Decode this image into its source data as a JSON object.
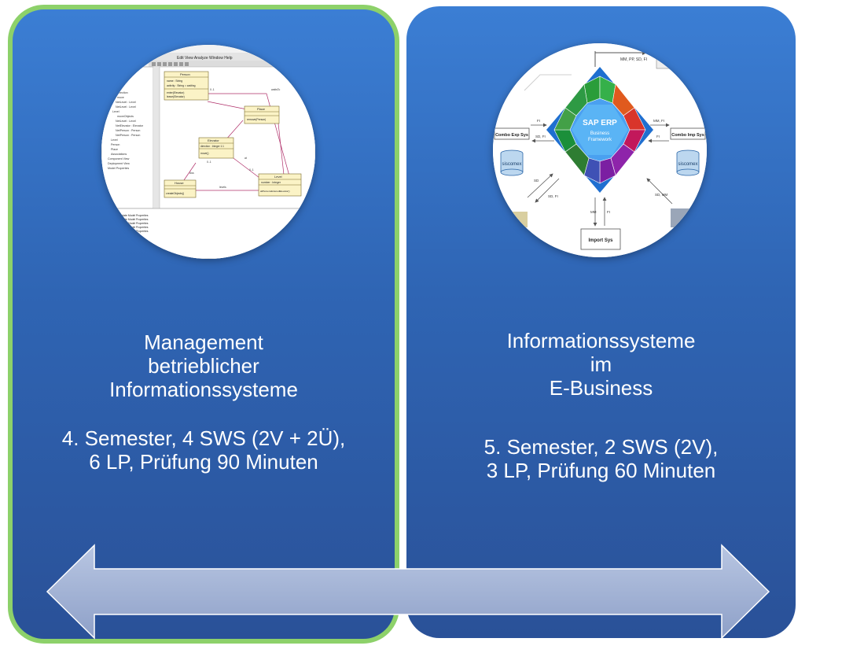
{
  "left_card": {
    "title_lines": [
      "Management",
      "betrieblicher",
      "Informationssysteme"
    ],
    "detail_lines": [
      "4. Semester, 4 SWS (2V + 2Ü),",
      "6 LP, Prüfung 90 Minuten"
    ],
    "uml": {
      "menu": "Edit  View  Analyze  Window  Help",
      "classes": {
        "person": {
          "name": "Person",
          "attrs": [
            "name : String",
            "activity : String = waiting"
          ],
          "ops": [
            "enter(Elevator)",
            "leave(Elevator)"
          ]
        },
        "place": {
          "name": "Place",
          "ops": [
            "remove(Person)"
          ]
        },
        "elevator": {
          "name": "Elevator",
          "attrs": [
            "direction : Integer 1:1"
          ],
          "ops": [
            "move()"
          ]
        },
        "house": {
          "name": "House",
          "ops": [
            "createObjects()"
          ]
        },
        "level": {
          "name": "Level",
          "attrs": [
            "number : Integer"
          ],
          "ops": [
            "allPersonsEnteredElevator()"
          ]
        }
      },
      "labels": [
        "0..1",
        "waitsTo",
        "0..1",
        "Ass",
        "levels",
        "0..1",
        "at"
      ],
      "tree_items": [
        "direction",
        "move",
        "NetLevel : Level",
        "NetLevel : Level",
        "Level",
        "moveObjects",
        "NetLevel : Level",
        "NetElevator : Elevator",
        "NetPerson : Person",
        "NetPerson : Person",
        "Level",
        "Person",
        "Place",
        "Associations",
        "Component View",
        "Deployment View",
        "Model Properties"
      ],
      "bottom_rows": [
        "Update Model Properties",
        "Update Model Properties",
        "Update Model Properties",
        "Update Model Properties",
        "Update Model Properties"
      ]
    }
  },
  "right_card": {
    "title_lines": [
      "Informationssysteme",
      "im",
      "E-Business"
    ],
    "detail_lines": [
      "5. Semester, 2 SWS (2V),",
      "3 LP, Prüfung 60 Minuten"
    ],
    "sap": {
      "center_title": "SAP ERP",
      "center_sub": [
        "Business",
        "Framework"
      ],
      "left_box": "Combo Exp Sys",
      "right_box": "Combo Imp Sys",
      "db_label": "siscomex",
      "bottom_box": "Import Sys",
      "top_flow": "MM, PP, SD, FI",
      "flows": [
        "FI",
        "SD, FI",
        "MM, FI",
        "FI",
        "SD",
        "SD, FI",
        "SD, MM",
        "MM",
        "FI"
      ]
    }
  },
  "colors": {
    "card_blue": "#3b7ed4",
    "left_border": "#8dd16a",
    "arrow": "#a9b8d8",
    "text": "#ffffff"
  }
}
